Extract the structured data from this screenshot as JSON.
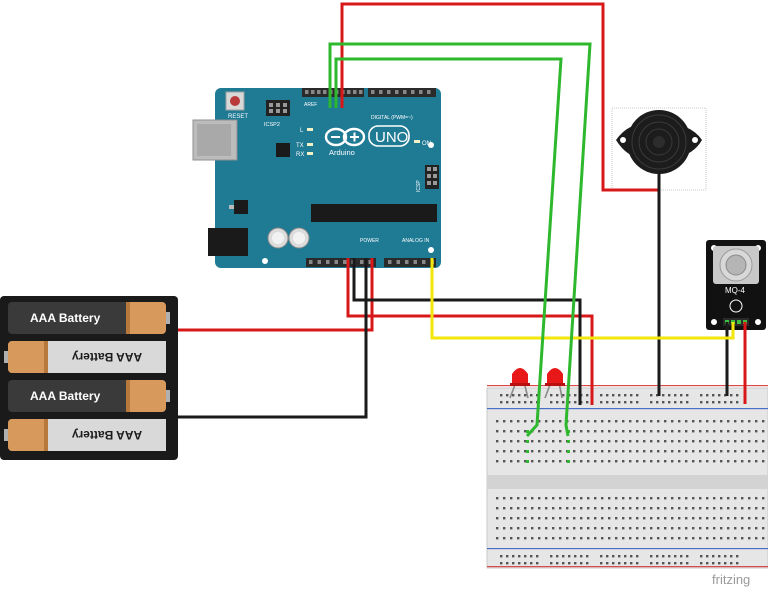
{
  "arduino": {
    "brand": "Arduino",
    "model": "UNO",
    "reset_label": "RESET",
    "icsp2_label": "ICSP2",
    "icsp_label": "ICSP",
    "aref_label": "AREF",
    "digital_label": "DIGITAL (PWM=~)",
    "power_label": "POWER",
    "analog_label": "ANALOG IN",
    "led_l": "L",
    "led_tx": "TX",
    "led_rx": "RX",
    "led_on": "ON",
    "board_color": "#1f7a94"
  },
  "batteries": [
    {
      "label": "AAA Battery",
      "flipped": false
    },
    {
      "label": "AAA Battery",
      "flipped": true
    },
    {
      "label": "AAA Battery",
      "flipped": false
    },
    {
      "label": "AAA Battery",
      "flipped": true
    }
  ],
  "sensor": {
    "label": "MQ-4"
  },
  "buzzer": {
    "icon": "piezo-buzzer-icon"
  },
  "leds": [
    {
      "color": "#e81818"
    },
    {
      "color": "#e81818"
    }
  ],
  "wires": {
    "red": "#d81818",
    "green": "#2db82d",
    "black": "#1a1a1a",
    "yellow": "#f2e60a"
  },
  "watermark": "fritzing"
}
